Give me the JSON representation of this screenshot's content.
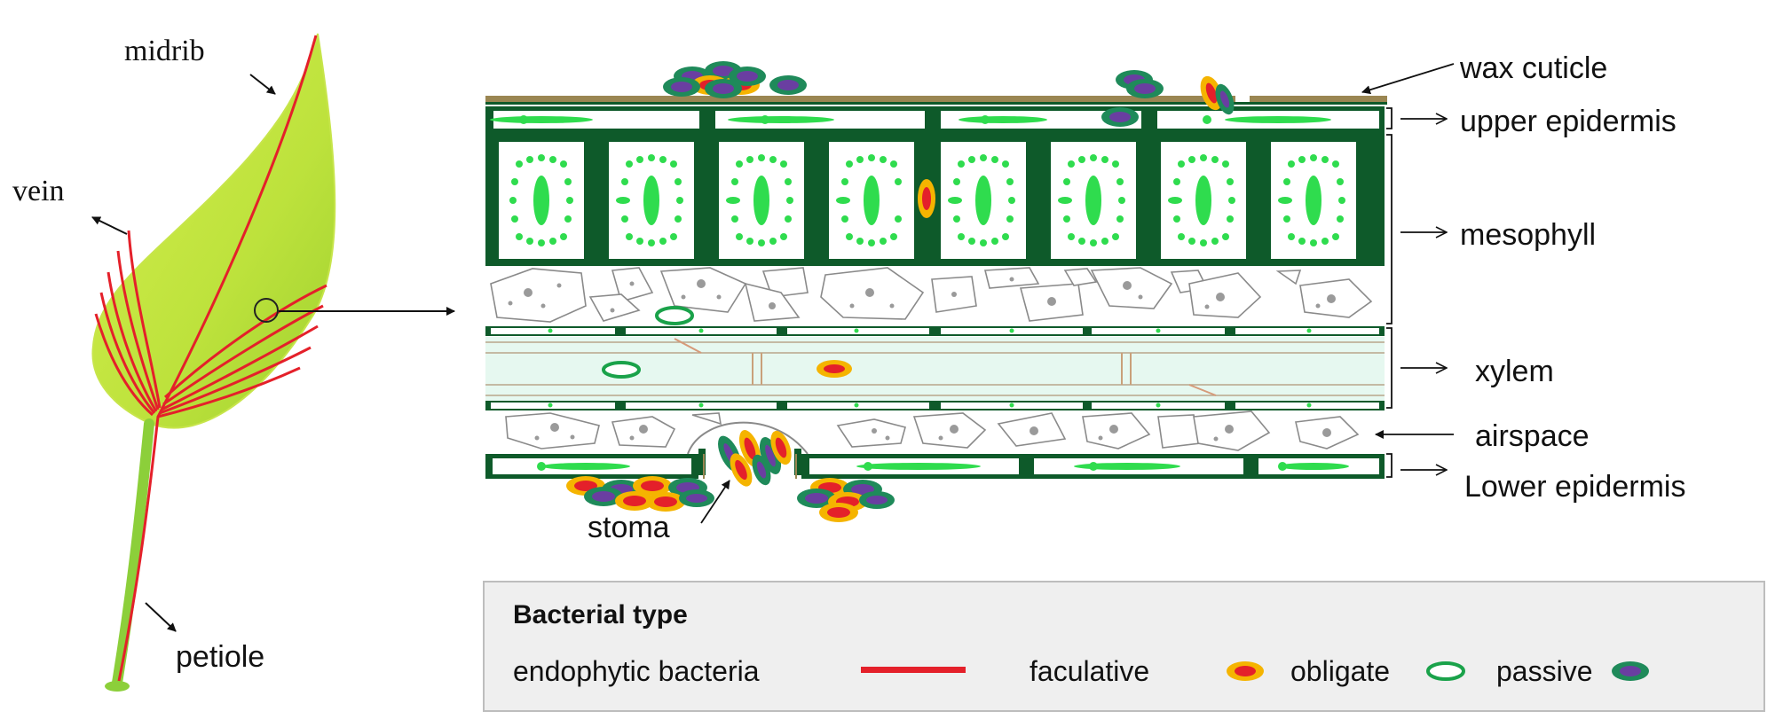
{
  "leaf": {
    "labels": {
      "midrib": "midrib",
      "vein": "vein",
      "petiole": "petiole"
    },
    "colors": {
      "leaf": "#b9e23a",
      "vein": "#e4202a"
    }
  },
  "cross_section": {
    "labels": {
      "wax_cuticle": "wax cuticle",
      "upper_epidermis": "upper epidermis",
      "mesophyll": "mesophyll",
      "xylem": "xylem",
      "airspace": "airspace",
      "lower_epidermis": "Lower epidermis",
      "stoma": "stoma"
    },
    "colors": {
      "cell_wall": "#0e5a2a",
      "chloroplast": "#2fdc4e",
      "cuticle": "#9a8652",
      "xylem_fill": "#e6f8f0",
      "spongy_cell": "#8a8a8a"
    }
  },
  "legend": {
    "title": "Bacterial type",
    "items": [
      {
        "label": "endophytic  bacteria",
        "symbol": "red-line-icon"
      },
      {
        "label": "faculative",
        "symbol": "faculative-bacterium-icon"
      },
      {
        "label": "obligate",
        "symbol": "obligate-bacterium-icon"
      },
      {
        "label": "passive",
        "symbol": "passive-bacterium-icon"
      }
    ],
    "colors": {
      "faculative_outer": "#f5b400",
      "faculative_inner": "#e4202a",
      "obligate_ring": "#1aa24a",
      "passive_outer": "#1f8a5a",
      "passive_inner": "#6a3ea1"
    }
  }
}
